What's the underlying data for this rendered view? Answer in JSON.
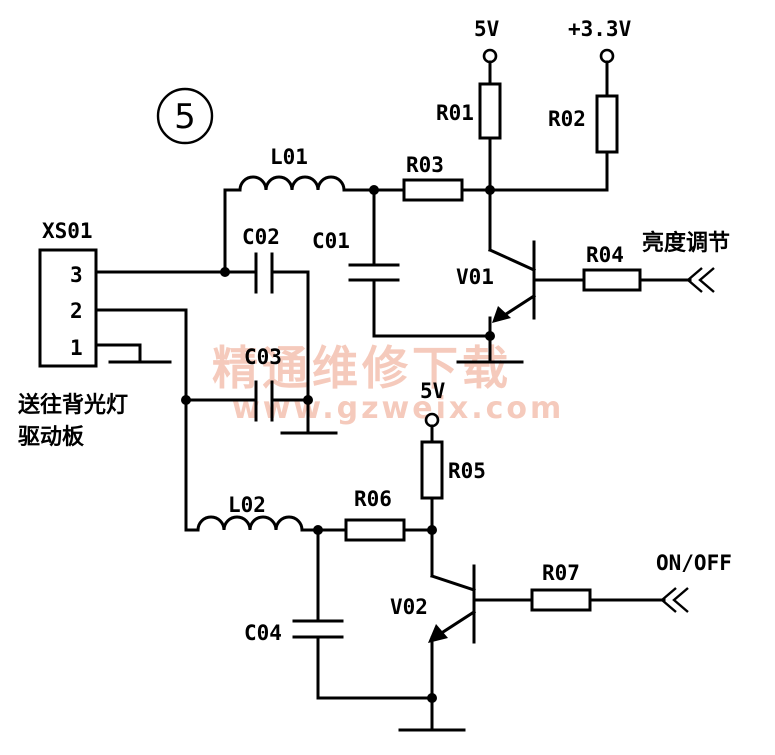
{
  "figure_marker": "5",
  "connector": {
    "name": "XS01",
    "pins": [
      "3",
      "2",
      "1"
    ],
    "caption_line1": "送往背光灯",
    "caption_line2": "驱动板"
  },
  "power": {
    "v5_top": "5V",
    "v33": "+3.3V",
    "v5_mid": "5V"
  },
  "components": {
    "R01": "R01",
    "R02": "R02",
    "R03": "R03",
    "R04": "R04",
    "R05": "R05",
    "R06": "R06",
    "R07": "R07",
    "L01": "L01",
    "L02": "L02",
    "C01": "C01",
    "C02": "C02",
    "C03": "C03",
    "C04": "C04",
    "V01": "V01",
    "V02": "V02"
  },
  "inputs": {
    "brightness": "亮度调节",
    "onoff": "ON/OFF"
  },
  "watermark": {
    "line1": "精通维修下载",
    "line2": "www.gzweix.com"
  }
}
